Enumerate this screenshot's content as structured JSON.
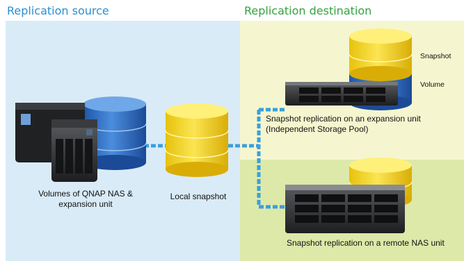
{
  "headers": {
    "source": "Replication source",
    "destination": "Replication destination"
  },
  "labels": {
    "volumes": "Volumes of QNAP NAS &\nexpansion unit",
    "local_snapshot": "Local snapshot",
    "expansion_unit": "Snapshot replication on an expansion unit\n(Independent Storage Pool)",
    "remote_nas": "Snapshot replication on a remote NAS unit",
    "legend_snapshot": "Snapshot",
    "legend_volume": "Volume"
  },
  "colors": {
    "source_panel": "#d9ebf7",
    "dest_top_panel": "#f5f6cf",
    "dest_bottom_panel": "#dde9a9",
    "snapshot_yellow": "#f2d21b",
    "volume_blue": "#2f6fc2",
    "connector": "#3aa0dc"
  }
}
